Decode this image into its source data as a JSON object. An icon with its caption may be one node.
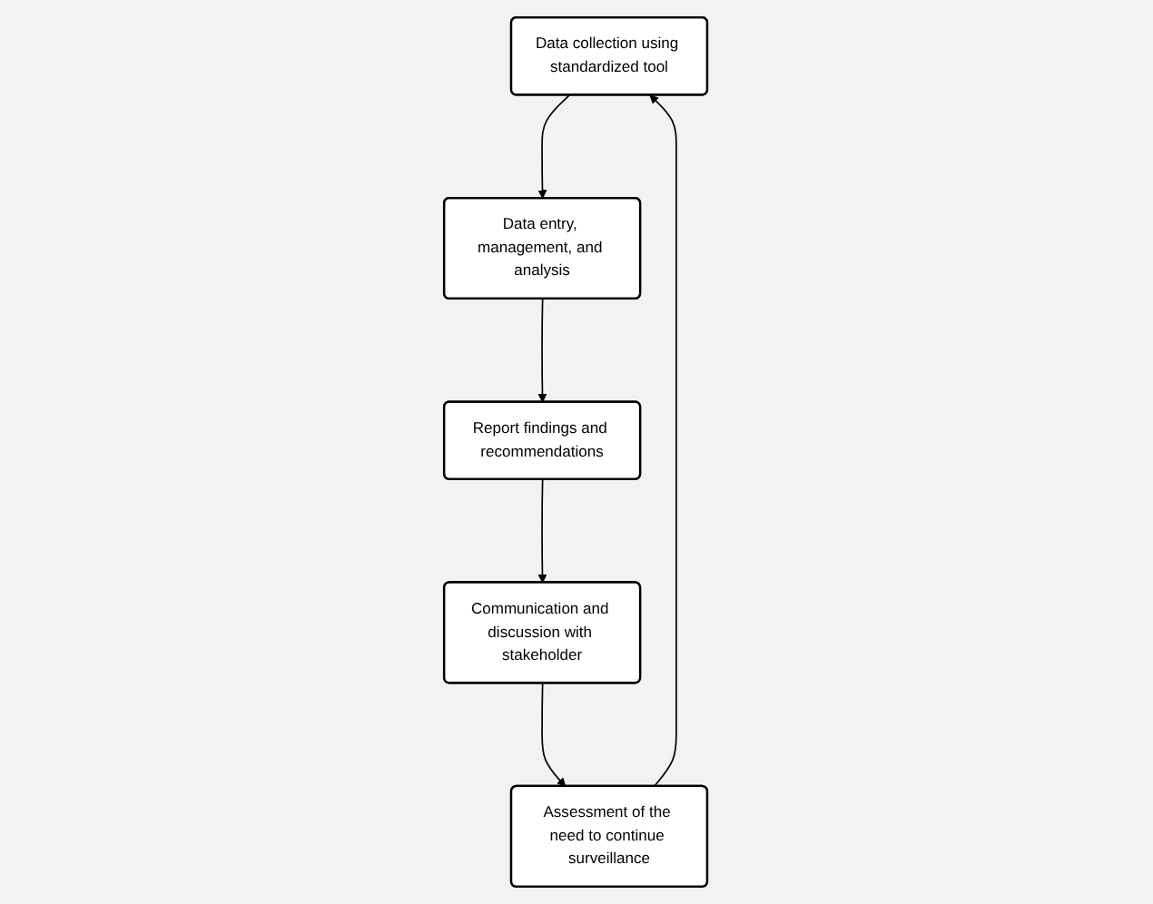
{
  "diagram": {
    "nodes": [
      {
        "text": [
          "Data collection using standardized tool"
        ]
      },
      {
        "text": [
          "Data entry, management, and analysis"
        ]
      },
      {
        "text": [
          "Report findings and recommendations"
        ]
      },
      {
        "text": [
          "Communication and discussion with stakeholder"
        ]
      },
      {
        "text": [
          "Assessment of the need to continue surveillance"
        ]
      }
    ],
    "edges": [
      {
        "from": 0,
        "to": 1,
        "arrow": "to"
      },
      {
        "from": 1,
        "to": 2,
        "arrow": "to"
      },
      {
        "from": 2,
        "to": 3,
        "arrow": "to"
      },
      {
        "from": 3,
        "to": 4,
        "arrow": "to"
      },
      {
        "from": 4,
        "to": 0,
        "arrow": "to"
      }
    ]
  }
}
